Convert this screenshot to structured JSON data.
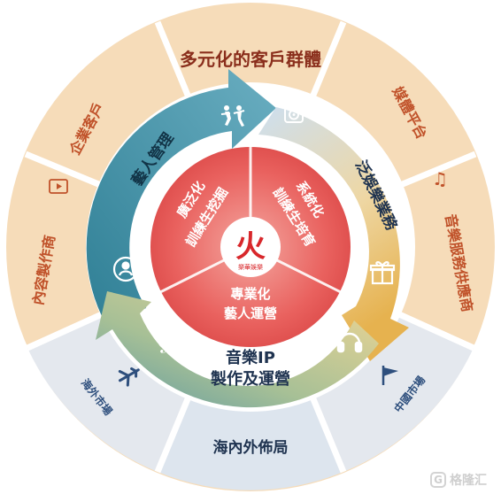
{
  "colors": {
    "outer_ring": "#f6dcb9",
    "outer_ring_bottom": "#dfe6ef",
    "outer_text": "#c0522a",
    "outer_text_dark": "#8a2e1c",
    "outer_text_blue": "#2e4f7d",
    "divider": "#ffffff",
    "arrow_teal": "#4a93a8",
    "arrow_blue_light": "#bfd6e8",
    "arrow_gold": "#e7b75b",
    "arrow_olive": "#8cae8c",
    "inner_ring_text": "#1f3350",
    "core_red": "#e9615e",
    "core_text": "#ffffff",
    "logo_red": "#d8272b"
  },
  "outer_segments": {
    "top": "多元化的客戶群體",
    "top_right": "媒體平台",
    "right": "音樂服務供應商",
    "bottom_right": "中國市場",
    "bottom": "海內外佈局",
    "bottom_left": "海外市場",
    "left": "內容製作商",
    "top_left": "企業客戶"
  },
  "inner_segments": {
    "artist_management": "藝人管理",
    "pan_entertainment": "泛娛樂業務",
    "music_ip": {
      "line1": "音樂IP",
      "line2": "製作及運營"
    }
  },
  "core_segments": {
    "left": {
      "line1": "廣泛化",
      "line2": "訓練生挖掘"
    },
    "right": {
      "line1": "系統化",
      "line2": "訓練生培育"
    },
    "bottom": {
      "line1": "專業化",
      "line2": "藝人運營"
    }
  },
  "logo": {
    "glyph": "火",
    "caption": "樂華娛樂"
  },
  "icons": [
    "dancers-icon",
    "record-player-icon",
    "gift-icon",
    "headphones-icon",
    "treble-clef-icon",
    "people-circle-icon",
    "airplane-icon",
    "flag-icon",
    "music-notes-icon",
    "play-button-icon"
  ],
  "watermark": {
    "logo": "G",
    "text": "格隆汇"
  }
}
